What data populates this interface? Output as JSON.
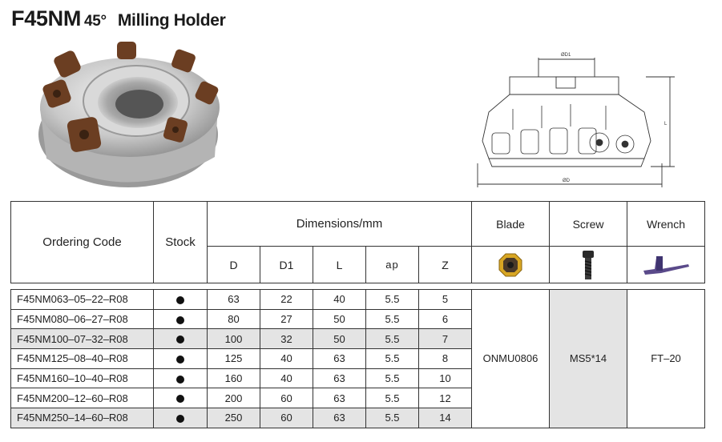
{
  "title": {
    "code": "F45NM",
    "angle": "45°",
    "name": "Milling Holder"
  },
  "drawing": {
    "d1_label": "ØD1",
    "d_label": "ØD",
    "l_label": "L"
  },
  "table": {
    "headers": {
      "ordering_code": "Ordering Code",
      "stock": "Stock",
      "dimensions": "Dimensions/mm",
      "blade": "Blade",
      "screw": "Screw",
      "wrench": "Wrench",
      "d": "D",
      "d1": "D1",
      "l": "L",
      "ap": "ap",
      "z": "Z"
    },
    "rows": [
      {
        "code": "F45NM063–05–22–R08",
        "d": "63",
        "d1": "22",
        "l": "40",
        "ap": "5.5",
        "z": "5"
      },
      {
        "code": "F45NM080–06–27–R08",
        "d": "80",
        "d1": "27",
        "l": "50",
        "ap": "5.5",
        "z": "6"
      },
      {
        "code": "F45NM100–07–32–R08",
        "d": "100",
        "d1": "32",
        "l": "50",
        "ap": "5.5",
        "z": "7"
      },
      {
        "code": "F45NM125–08–40–R08",
        "d": "125",
        "d1": "40",
        "l": "63",
        "ap": "5.5",
        "z": "8"
      },
      {
        "code": "F45NM160–10–40–R08",
        "d": "160",
        "d1": "40",
        "l": "63",
        "ap": "5.5",
        "z": "10"
      },
      {
        "code": "F45NM200–12–60–R08",
        "d": "200",
        "d1": "60",
        "l": "63",
        "ap": "5.5",
        "z": "12"
      },
      {
        "code": "F45NM250–14–60–R08",
        "d": "250",
        "d1": "60",
        "l": "63",
        "ap": "5.5",
        "z": "14"
      }
    ],
    "blade": "ONMU0806",
    "screw": "MS5*14",
    "wrench": "FT–20"
  },
  "colors": {
    "shade": "#e4e4e4",
    "insert_brown": "#6b3e22",
    "insert_gold": "#d8a623",
    "wrench_purple": "#5a4a8a"
  }
}
